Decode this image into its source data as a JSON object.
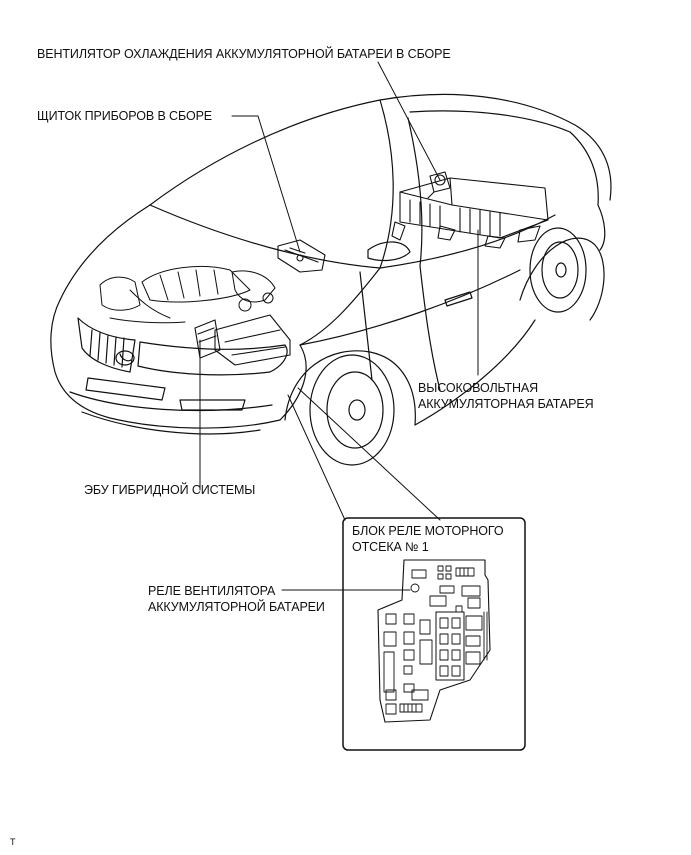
{
  "labels": {
    "fan": "ВЕНТИЛЯТОР ОХЛАЖДЕНИЯ АККУМУЛЯТОРНОЙ БАТАРЕИ В СБОРЕ",
    "cluster": "ЩИТОК ПРИБОРОВ В СБОРЕ",
    "hv_battery_line1": "ВЫСОКОВОЛЬТНАЯ",
    "hv_battery_line2": "АККУМУЛЯТОРНАЯ БАТАРЕЯ",
    "ecu": "ЭБУ ГИБРИДНОЙ СИСТЕМЫ",
    "relay_block_line1": "БЛОК РЕЛЕ МОТОРНОГО",
    "relay_block_line2": "ОТСЕКА № 1",
    "relay_line1": "РЕЛЕ ВЕНТИЛЯТОРА",
    "relay_line2": "АККУМУЛЯТОРНОЙ БАТАРЕИ"
  },
  "corner_mark": "T",
  "colors": {
    "ink": "#111111",
    "background": "#ffffff"
  }
}
